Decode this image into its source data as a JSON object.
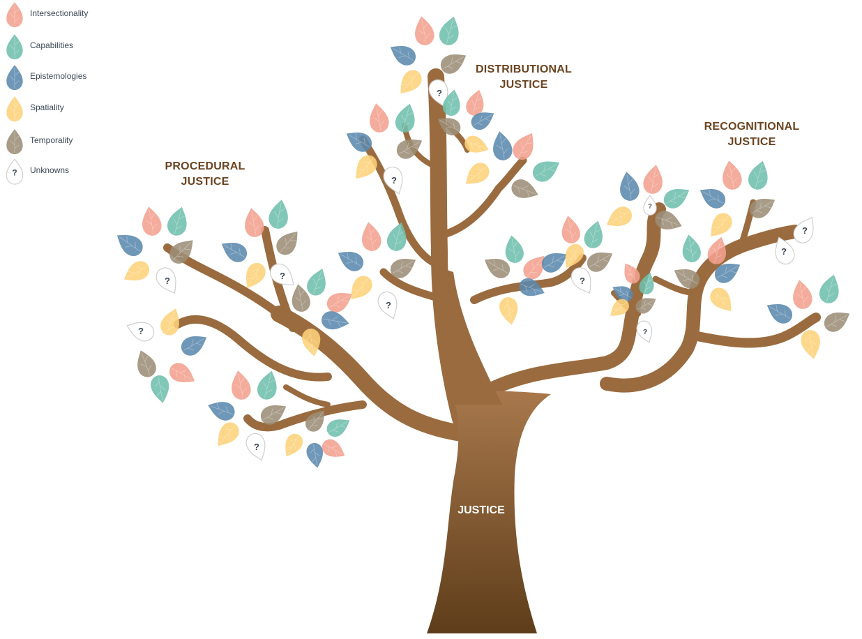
{
  "legend": {
    "items": [
      {
        "key": "intersectionality",
        "label": "Intersectionality",
        "color": "#f2a18e",
        "icon": "leaf-icon"
      },
      {
        "key": "capabilities",
        "label": "Capabilities",
        "color": "#6fbfad",
        "icon": "leaf-icon"
      },
      {
        "key": "epistemologies",
        "label": "Epistemologies",
        "color": "#5b89ae",
        "icon": "leaf-icon"
      },
      {
        "key": "spatiality",
        "label": "Spatiality",
        "color": "#fdd27a",
        "icon": "leaf-icon"
      },
      {
        "key": "temporality",
        "label": "Temporality",
        "color": "#9c8e78",
        "icon": "leaf-icon"
      },
      {
        "key": "unknowns",
        "label": "Unknowns",
        "color": "#ffffff",
        "icon": "question-leaf-icon",
        "mark": "?"
      }
    ]
  },
  "labels": {
    "procedural": [
      "PROCEDURAL",
      "JUSTICE"
    ],
    "distributional": [
      "DISTRIBUTIONAL",
      "JUSTICE"
    ],
    "recognitional": [
      "RECOGNITIONAL",
      "JUSTICE"
    ],
    "trunk": "JUSTICE"
  },
  "colors": {
    "trunk_top": "#a8784c",
    "trunk_bottom": "#5e3d1a",
    "label_text": "#6b4320"
  }
}
